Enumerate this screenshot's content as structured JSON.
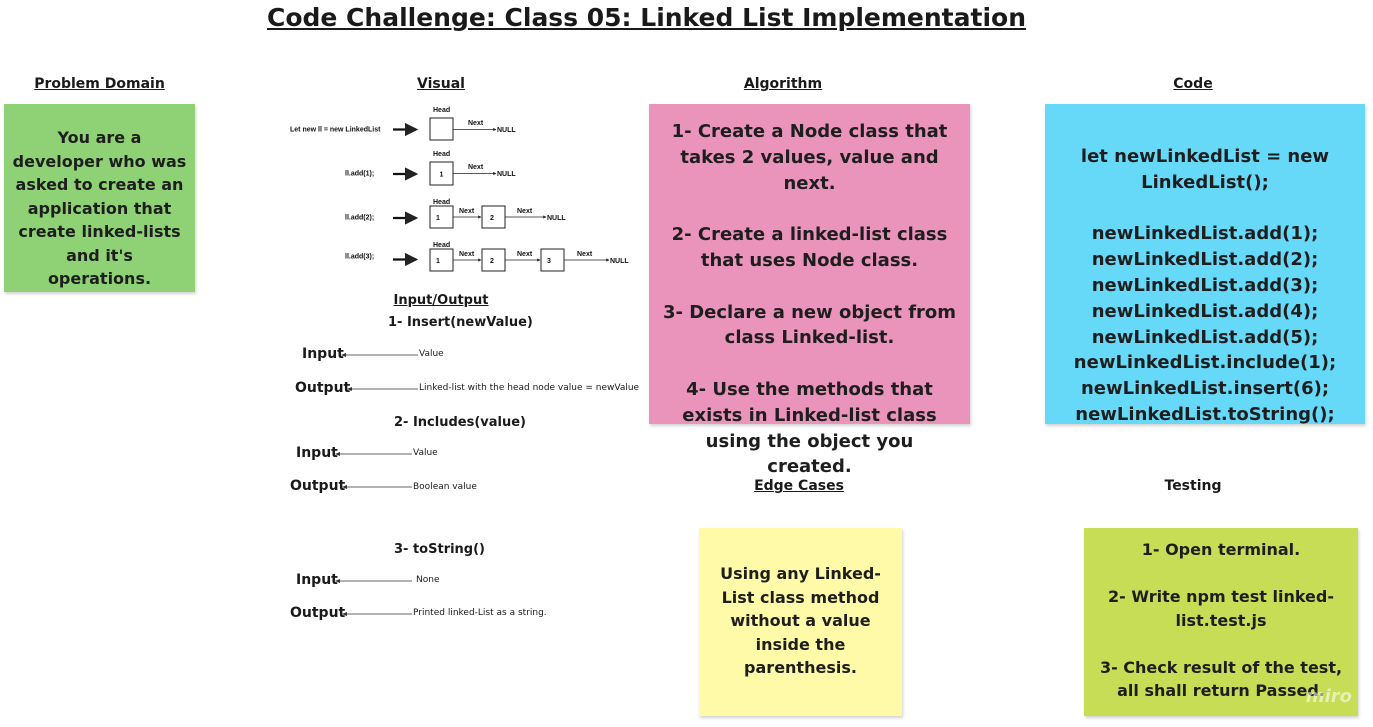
{
  "title": "Code Challenge: Class 05: Linked List Implementation",
  "headers": {
    "problem_domain": "Problem Domain",
    "visual": "Visual",
    "algorithm": "Algorithm",
    "code": "Code",
    "edge_cases": "Edge Cases",
    "testing": "Testing"
  },
  "problem_domain_text": "You are a developer who was asked to create an application that create linked-lists and it's operations.",
  "algorithm_text": "1- Create a Node class that takes 2 values, value and next.\n\n2- Create a linked-list class that uses Node class.\n\n3- Declare a new object from class Linked-list.\n\n4- Use the methods that exists in Linked-list class using the object you created.",
  "code_text": "let newLinkedList = new LinkedList();\n\nnewLinkedList.add(1);\nnewLinkedList.add(2);\nnewLinkedList.add(3);\nnewLinkedList.add(4);\nnewLinkedList.add(5);\nnewLinkedList.include(1);\nnewLinkedList.insert(6);\nnewLinkedList.toString();",
  "edge_cases_text": "Using any Linked-List class method without a value inside the parenthesis.",
  "testing_text": "1- Open terminal.\n\n2- Write npm test linked-list.test.js\n\n3- Check result of the test, all shall return Passed.",
  "visual": {
    "rows": [
      {
        "label": "Let new ll = new LinkedList"
      },
      {
        "label": "ll.add(1);"
      },
      {
        "label": "ll.add(2);"
      },
      {
        "label": "ll.add(3);"
      }
    ],
    "head": "Head",
    "next": "Next",
    "null": "NULL",
    "n1": "1",
    "n2": "2",
    "n3": "3"
  },
  "io": {
    "header": "Input/Output",
    "insert_title": "1- Insert(newValue)",
    "includes_title": "2- Includes(value)",
    "tostring_title": "3- toString()",
    "input_label": "Input",
    "output_label": "Output",
    "insert_input": "Value",
    "insert_output": "Linked-list with the head node value = newValue",
    "includes_input": "Value",
    "includes_output": "Boolean value",
    "tostring_input": "None",
    "tostring_output": "Printed linked-List as a string."
  },
  "watermark": "miro",
  "colors": {
    "green": "#8fd175",
    "pink": "#ea94bb",
    "blue": "#66d9f9",
    "yellow": "#fefaa8",
    "lime": "#c6dd55"
  }
}
